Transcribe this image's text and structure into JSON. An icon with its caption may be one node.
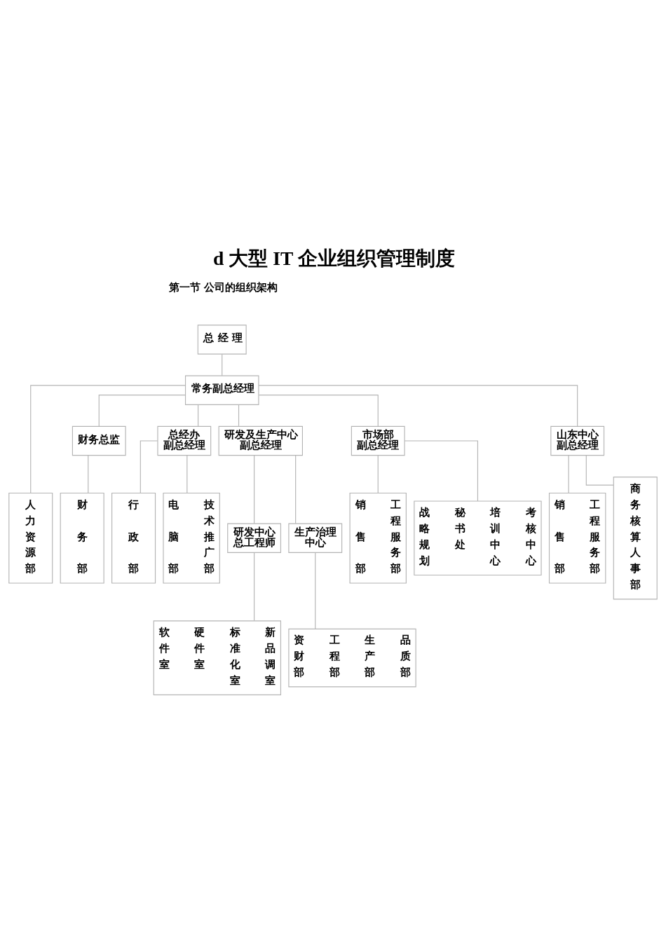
{
  "diagram": {
    "title": "d 大型 IT 企业组织管理制度",
    "nodes": [
      {
        "text": [
          "总 经 理"
        ]
      },
      {
        "text": [
          "常务副总经理"
        ]
      },
      {
        "text": [
          "财务总监"
        ]
      },
      {
        "text": [
          "总经办副总经理"
        ]
      },
      {
        "text": [
          "研发及生产中心副总经理"
        ]
      },
      {
        "text": [
          "市场部副总经理"
        ]
      },
      {
        "text": [
          "山东中心副总经理"
        ]
      },
      {
        "text": [
          "人力资源部"
        ]
      },
      {
        "text": [
          "财务部"
        ]
      },
      {
        "text": [
          "行政部"
        ]
      },
      {
        "text": [
          "电脑部",
          "技术推广部"
        ]
      },
      {
        "text": [
          "研发中心总工程师"
        ]
      },
      {
        "text": [
          "生产治理中心"
        ]
      },
      {
        "text": [
          "软件室",
          "硬件室",
          "标准化室",
          "新品调室"
        ]
      },
      {
        "text": [
          "资财部",
          "工程部",
          "生产部",
          "品质部"
        ]
      },
      {
        "text": [
          "销售部",
          "工程服务部"
        ]
      },
      {
        "text": [
          "战略规划",
          "秘书处",
          "培训中心",
          "考核中心"
        ]
      },
      {
        "text": [
          "销售部",
          "工程服务部"
        ]
      },
      {
        "text": [
          "商务核算人事部"
        ]
      }
    ],
    "edges": [
      {
        "from": 0,
        "to": 1,
        "arrow": "none"
      },
      {
        "from": 1,
        "to": 7,
        "arrow": "none"
      },
      {
        "from": 1,
        "to": 2,
        "arrow": "none"
      },
      {
        "from": 1,
        "to": 3,
        "arrow": "none"
      },
      {
        "from": 1,
        "to": 4,
        "arrow": "none"
      },
      {
        "from": 1,
        "to": 5,
        "arrow": "none"
      },
      {
        "from": 1,
        "to": 6,
        "arrow": "none"
      },
      {
        "from": 2,
        "to": 8,
        "arrow": "none"
      },
      {
        "from": 3,
        "to": 9,
        "arrow": "none"
      },
      {
        "from": 3,
        "to": 10,
        "arrow": "none"
      },
      {
        "from": 4,
        "to": 11,
        "arrow": "none"
      },
      {
        "from": 4,
        "to": 12,
        "arrow": "none"
      },
      {
        "from": 11,
        "to": 13,
        "arrow": "none"
      },
      {
        "from": 12,
        "to": 14,
        "arrow": "none"
      },
      {
        "from": 5,
        "to": 15,
        "arrow": "none"
      },
      {
        "from": 5,
        "to": 16,
        "arrow": "none"
      },
      {
        "from": 6,
        "to": 17,
        "arrow": "none"
      },
      {
        "from": 6,
        "to": 18,
        "arrow": "none"
      }
    ],
    "labels": [
      "第一节 公司的组织架构"
    ]
  }
}
